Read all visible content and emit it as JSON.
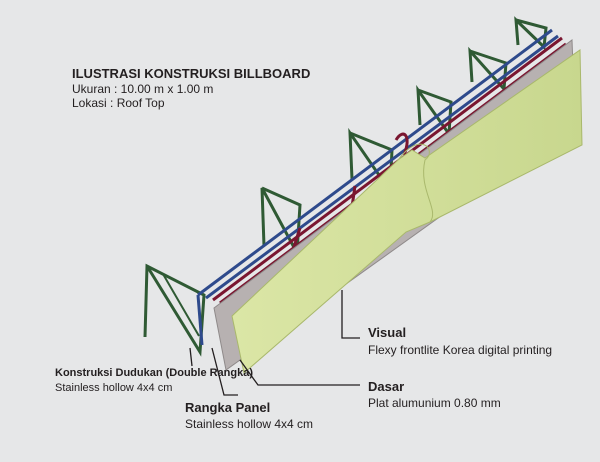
{
  "header": {
    "title": "ILUSTRASI KONSTRUKSI BILLBOARD",
    "size": "Ukuran : 10.00 m x 1.00 m",
    "location": "Lokasi : Roof Top"
  },
  "labels": {
    "visual": {
      "title": "Visual",
      "desc": "Flexy frontlite Korea digital printing"
    },
    "dasar": {
      "title": "Dasar",
      "desc": "Plat alumunium 0.80 mm"
    },
    "rangka": {
      "title": "Rangka Panel",
      "desc": "Stainless hollow 4x4 cm"
    },
    "dudukan": {
      "title": "Konstruksi Dudukan (Double Rangka)",
      "desc": "Stainless hollow 4x4 cm"
    }
  },
  "colors": {
    "background": "#e6e7e8",
    "visual_panel": "#d5e39c",
    "base_plate": "#b7b1b1",
    "frame_blue": "#2e4a8c",
    "frame_red": "#7a1630",
    "support_green": "#2f5a34",
    "leader": "#231f20"
  }
}
